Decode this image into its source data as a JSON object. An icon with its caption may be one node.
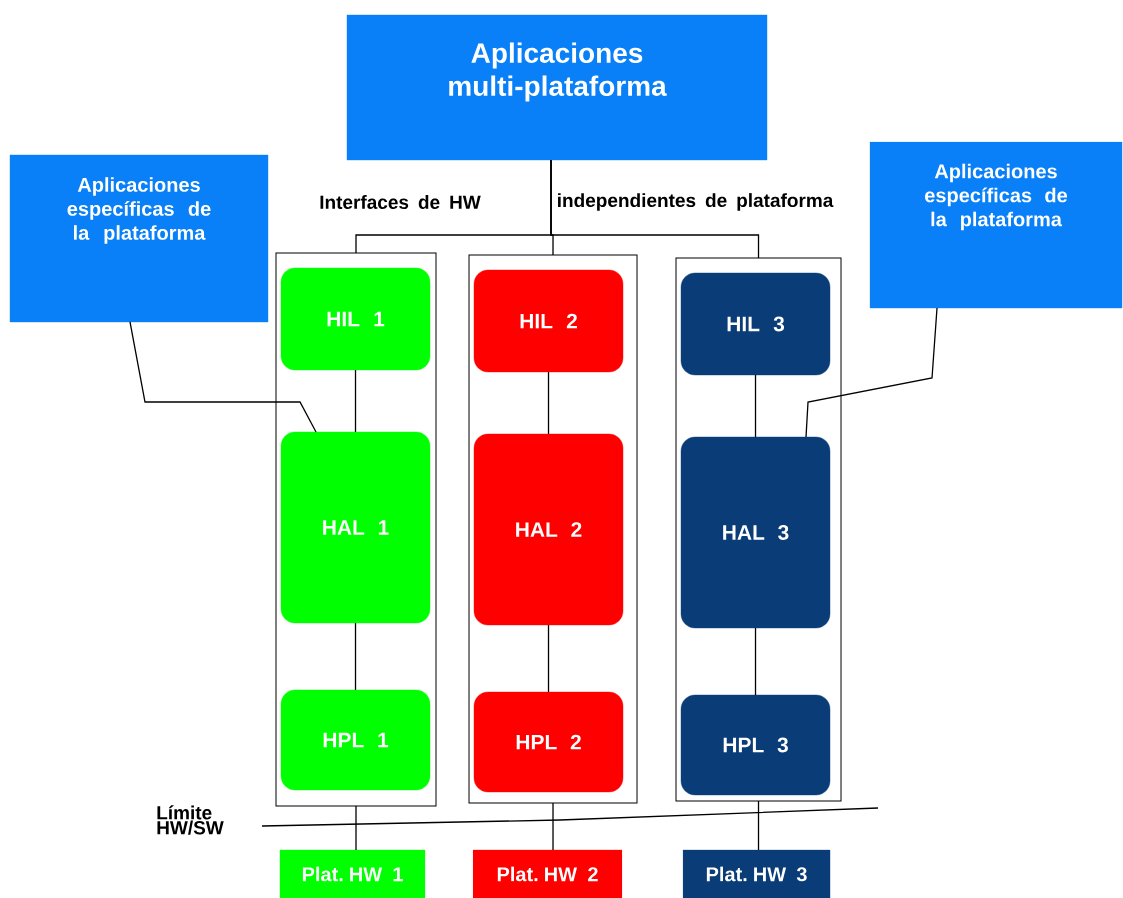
{
  "diagram": {
    "nodes": [
      {
        "text": [
          "Aplicaciones multi-plataforma"
        ]
      },
      {
        "text": [
          "Aplicaciones específicas de la plataforma"
        ]
      },
      {
        "text": [
          "Aplicaciones específicas de la plataforma"
        ]
      },
      {
        "text": [],
        "shape": "box"
      },
      {
        "text": [
          "HIL 1"
        ],
        "in": 3
      },
      {
        "text": [
          "HAL 1"
        ],
        "in": 3
      },
      {
        "text": [
          "HPL 1"
        ],
        "in": 3
      },
      {
        "text": [],
        "shape": "box"
      },
      {
        "text": [
          "HIL 2"
        ],
        "in": 7
      },
      {
        "text": [
          "HAL 2"
        ],
        "in": 7
      },
      {
        "text": [
          "HPL 2"
        ],
        "in": 7
      },
      {
        "text": [],
        "shape": "box"
      },
      {
        "text": [
          "HIL 3"
        ],
        "in": 11
      },
      {
        "text": [
          "HAL 3"
        ],
        "in": 11
      },
      {
        "text": [
          "HPL 3"
        ],
        "in": 11
      },
      {
        "text": [
          "Plat. HW 1"
        ]
      },
      {
        "text": [
          "Plat. HW 2"
        ]
      },
      {
        "text": [
          "Plat. HW 3"
        ]
      }
    ],
    "edges": [
      {
        "from": 0,
        "to": 3,
        "arrow": "none"
      },
      {
        "from": 0,
        "to": 7,
        "arrow": "none"
      },
      {
        "from": 0,
        "to": 11,
        "arrow": "none"
      },
      {
        "from": 4,
        "to": 5,
        "arrow": "none"
      },
      {
        "from": 5,
        "to": 6,
        "arrow": "none"
      },
      {
        "from": 8,
        "to": 9,
        "arrow": "none"
      },
      {
        "from": 9,
        "to": 10,
        "arrow": "none"
      },
      {
        "from": 12,
        "to": 13,
        "arrow": "none"
      },
      {
        "from": 13,
        "to": 14,
        "arrow": "none"
      },
      {
        "from": 3,
        "to": 15,
        "arrow": "none"
      },
      {
        "from": 7,
        "to": 16,
        "arrow": "none"
      },
      {
        "from": 11,
        "to": 17,
        "arrow": "none"
      },
      {
        "from": 1,
        "to": 5,
        "arrow": "none"
      },
      {
        "from": 2,
        "to": 13,
        "arrow": "none"
      }
    ],
    "labels": [
      "Interfaces de HW",
      "independientes de plataforma",
      "Límite HW/SW"
    ]
  }
}
